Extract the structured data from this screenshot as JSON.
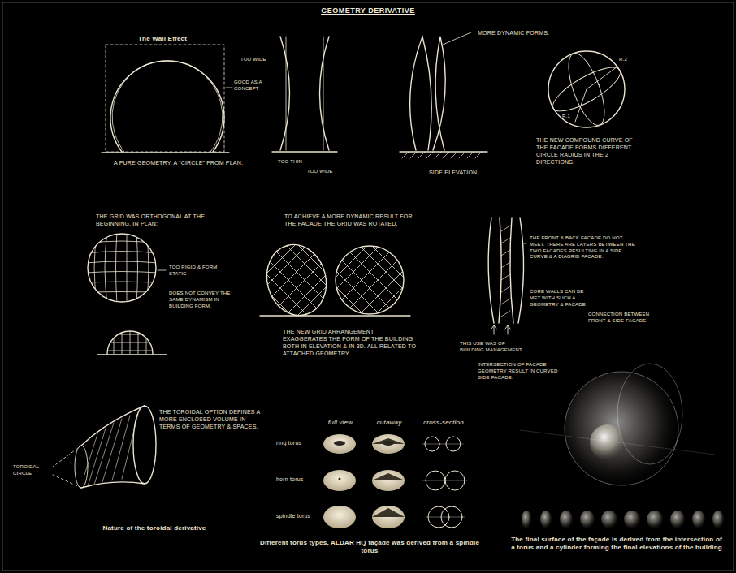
{
  "diagram": {
    "title": "GEOMETRY DERIVATIVE",
    "labels": [
      "The Wall Effect",
      "A PURE GEOMETRY. A “CIRCLE” FROM PLAN.",
      "TOO WIDE",
      "GOOD AS A CONCEPT",
      "TOO THIN",
      "TOO WIDE",
      "MORE DYNAMIC FORMS.",
      "SIDE ELEVATION.",
      "R.2",
      "R.1",
      "THE NEW COMPOUND CURVE OF THE FACADE FORMS DIFFERENT CIRCLE RADIUS IN THE 2 DIRECTIONS.",
      "THE GRID WAS ORTHOGONAL AT THE BEGINNING. IN PLAN:",
      "TOO RIGID & FORM STATIC",
      "DOES NOT CONVEY THE SAME DYNAMISM IN BUILDING FORM.",
      "TO ACHIEVE A MORE DYNAMIC RESULT FOR THE FACADE THE GRID WAS ROTATED.",
      "THE NEW GRID ARRANGEMENT EXAGGERATES THE FORM OF THE BUILDING BOTH IN ELEVATION & IN 3D. ALL RELATED TO ATTACHED GEOMETRY.",
      "THE FRONT & BACK FACADE DO NOT MEET. THERE ARE LAYERS BETWEEN THE TWO FACADES RESULTING IN A SIDE CURVE & A DIAGRID FACADE.",
      "CORE WALLS CAN BE MET WITH SUCH A GEOMETRY & FACADE",
      "CONNECTION BETWEEN FRONT & SIDE FACADE",
      "THIS USE WAS OF BUILDING MANAGEMENT",
      "INTERSECTION OF FACADE GEOMETRY RESULT IN CURVED SIDE FACADE.",
      "THE TOROIDAL OPTION DEFINES A MORE ENCLOSED VOLUME IN TERMS OF GEOMETRY & SPACES.",
      "TOROIDAL CIRCLE",
      "Nature of the toroidal derivative",
      "full view",
      "cutaway",
      "cross-section",
      "ring torus",
      "horn torus",
      "spindle torus",
      "Different torus types, ALDAR HQ façade was derived from a spindle torus",
      "The final surface of the façade is derived from the intersection of a torus and a cylinder forming the final elevations of the building"
    ]
  }
}
